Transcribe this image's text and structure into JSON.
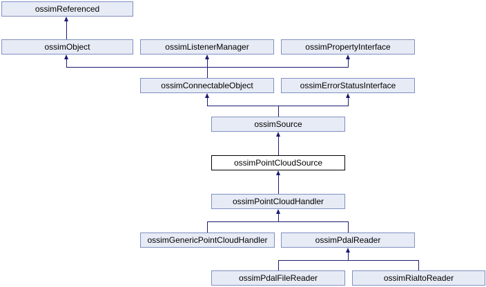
{
  "diagram": {
    "kind": "class-inheritance-graph",
    "highlighted_node": "ossimPointCloudSource",
    "colors": {
      "background": "#ffffff",
      "node_fill": "#e7ebf5",
      "node_border": "#7e8fc2",
      "highlight_fill": "#ffffff",
      "highlight_border": "#000000",
      "edge": "#191970",
      "text": "#000000"
    },
    "nodes": [
      {
        "label": "ossimReferenced"
      },
      {
        "label": "ossimObject"
      },
      {
        "label": "ossimListenerManager"
      },
      {
        "label": "ossimPropertyInterface"
      },
      {
        "label": "ossimConnectableObject"
      },
      {
        "label": "ossimErrorStatusInterface"
      },
      {
        "label": "ossimSource"
      },
      {
        "label": "ossimPointCloudSource"
      },
      {
        "label": "ossimPointCloudHandler"
      },
      {
        "label": "ossimGenericPointCloudHandler"
      },
      {
        "label": "ossimPdalReader"
      },
      {
        "label": "ossimPdalFileReader"
      },
      {
        "label": "ossimRialtoReader"
      }
    ],
    "edges": [
      {
        "from": "ossimObject",
        "to": "ossimReferenced"
      },
      {
        "from": "ossimConnectableObject",
        "to": "ossimObject"
      },
      {
        "from": "ossimConnectableObject",
        "to": "ossimListenerManager"
      },
      {
        "from": "ossimConnectableObject",
        "to": "ossimPropertyInterface"
      },
      {
        "from": "ossimSource",
        "to": "ossimConnectableObject"
      },
      {
        "from": "ossimSource",
        "to": "ossimErrorStatusInterface"
      },
      {
        "from": "ossimPointCloudSource",
        "to": "ossimSource"
      },
      {
        "from": "ossimPointCloudHandler",
        "to": "ossimPointCloudSource"
      },
      {
        "from": "ossimGenericPointCloudHandler",
        "to": "ossimPointCloudHandler"
      },
      {
        "from": "ossimPdalReader",
        "to": "ossimPointCloudHandler"
      },
      {
        "from": "ossimPdalFileReader",
        "to": "ossimPdalReader"
      },
      {
        "from": "ossimRialtoReader",
        "to": "ossimPdalReader"
      }
    ]
  }
}
